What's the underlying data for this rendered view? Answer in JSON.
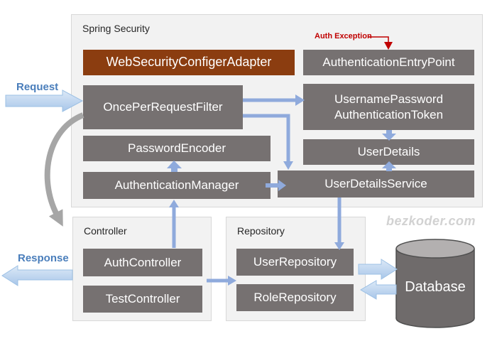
{
  "diagram": {
    "watermark": "bezkoder.com",
    "flow_labels": {
      "request": "Request",
      "response": "Response",
      "auth_exception": "Auth Exception"
    },
    "containers": {
      "spring_security": "Spring Security",
      "controller": "Controller",
      "repository": "Repository"
    },
    "nodes": {
      "web_security_configer_adapter": "WebSecurityConfigerAdapter",
      "authentication_entry_point": "AuthenticationEntryPoint",
      "once_per_request_filter": "OncePerRequestFilter",
      "username_password_authentication_token": "UsernamePassword AuthenticationToken",
      "password_encoder": "PasswordEncoder",
      "user_details": "UserDetails",
      "authentication_manager": "AuthenticationManager",
      "user_details_service": "UserDetailsService",
      "auth_controller": "AuthController",
      "test_controller": "TestController",
      "user_repository": "UserRepository",
      "role_repository": "RoleRepository",
      "database": "Database"
    },
    "colors": {
      "node_gray": "#767171",
      "node_brown": "#8B3D10",
      "arrow_blue": "#8FAADC",
      "arrow_light_blue_start": "#DCE9F7",
      "arrow_light_blue_end": "#A8C6E9",
      "flow_label_blue": "#4A7EBB",
      "exception_red": "#C00000",
      "container_fill": "#F2F2F2",
      "container_border": "#D8D8D8",
      "curved_arrow_gray": "#A6A6A6",
      "database_body": "#6F6B6B",
      "database_top": "#B3B0B0",
      "watermark_gray": "#D2D2D2"
    }
  }
}
